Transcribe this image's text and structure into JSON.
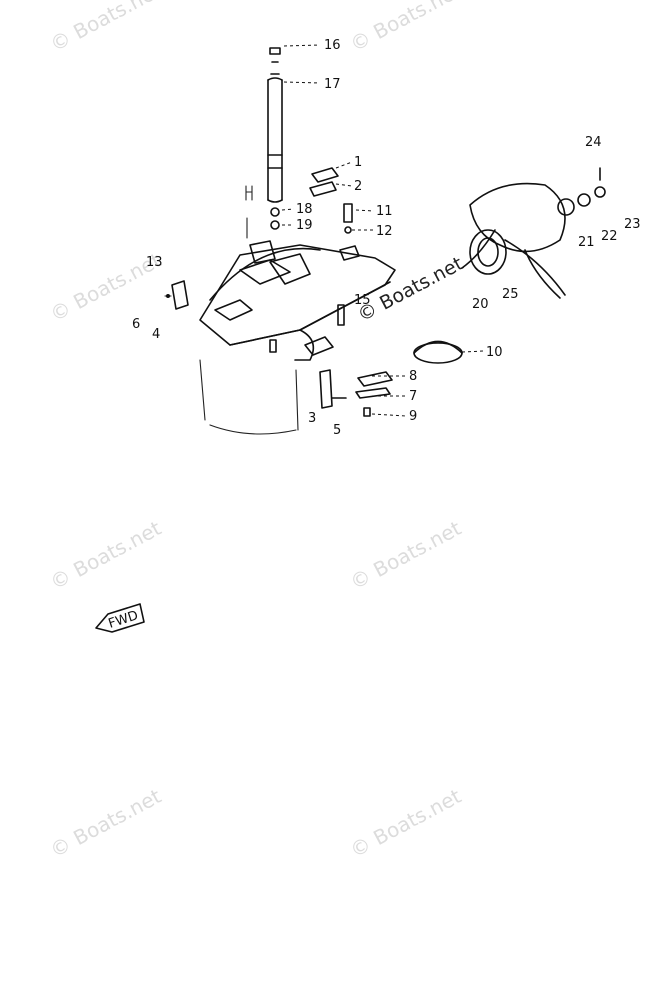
{
  "watermark": {
    "text": "© Boats.net",
    "center_text": "© Boats.net"
  },
  "fwd_label": "FWD",
  "callouts": {
    "c1": "1",
    "c2": "2",
    "c3": "3",
    "c4": "4",
    "c5": "5",
    "c6": "6",
    "c7": "7",
    "c8": "8",
    "c9": "9",
    "c10": "10",
    "c11": "11",
    "c12": "12",
    "c13": "13",
    "c15": "15",
    "c16": "16",
    "c17": "17",
    "c18": "18",
    "c19": "19",
    "c20": "20",
    "c21": "21",
    "c22": "22",
    "c23": "23",
    "c24": "24",
    "c25": "25"
  }
}
